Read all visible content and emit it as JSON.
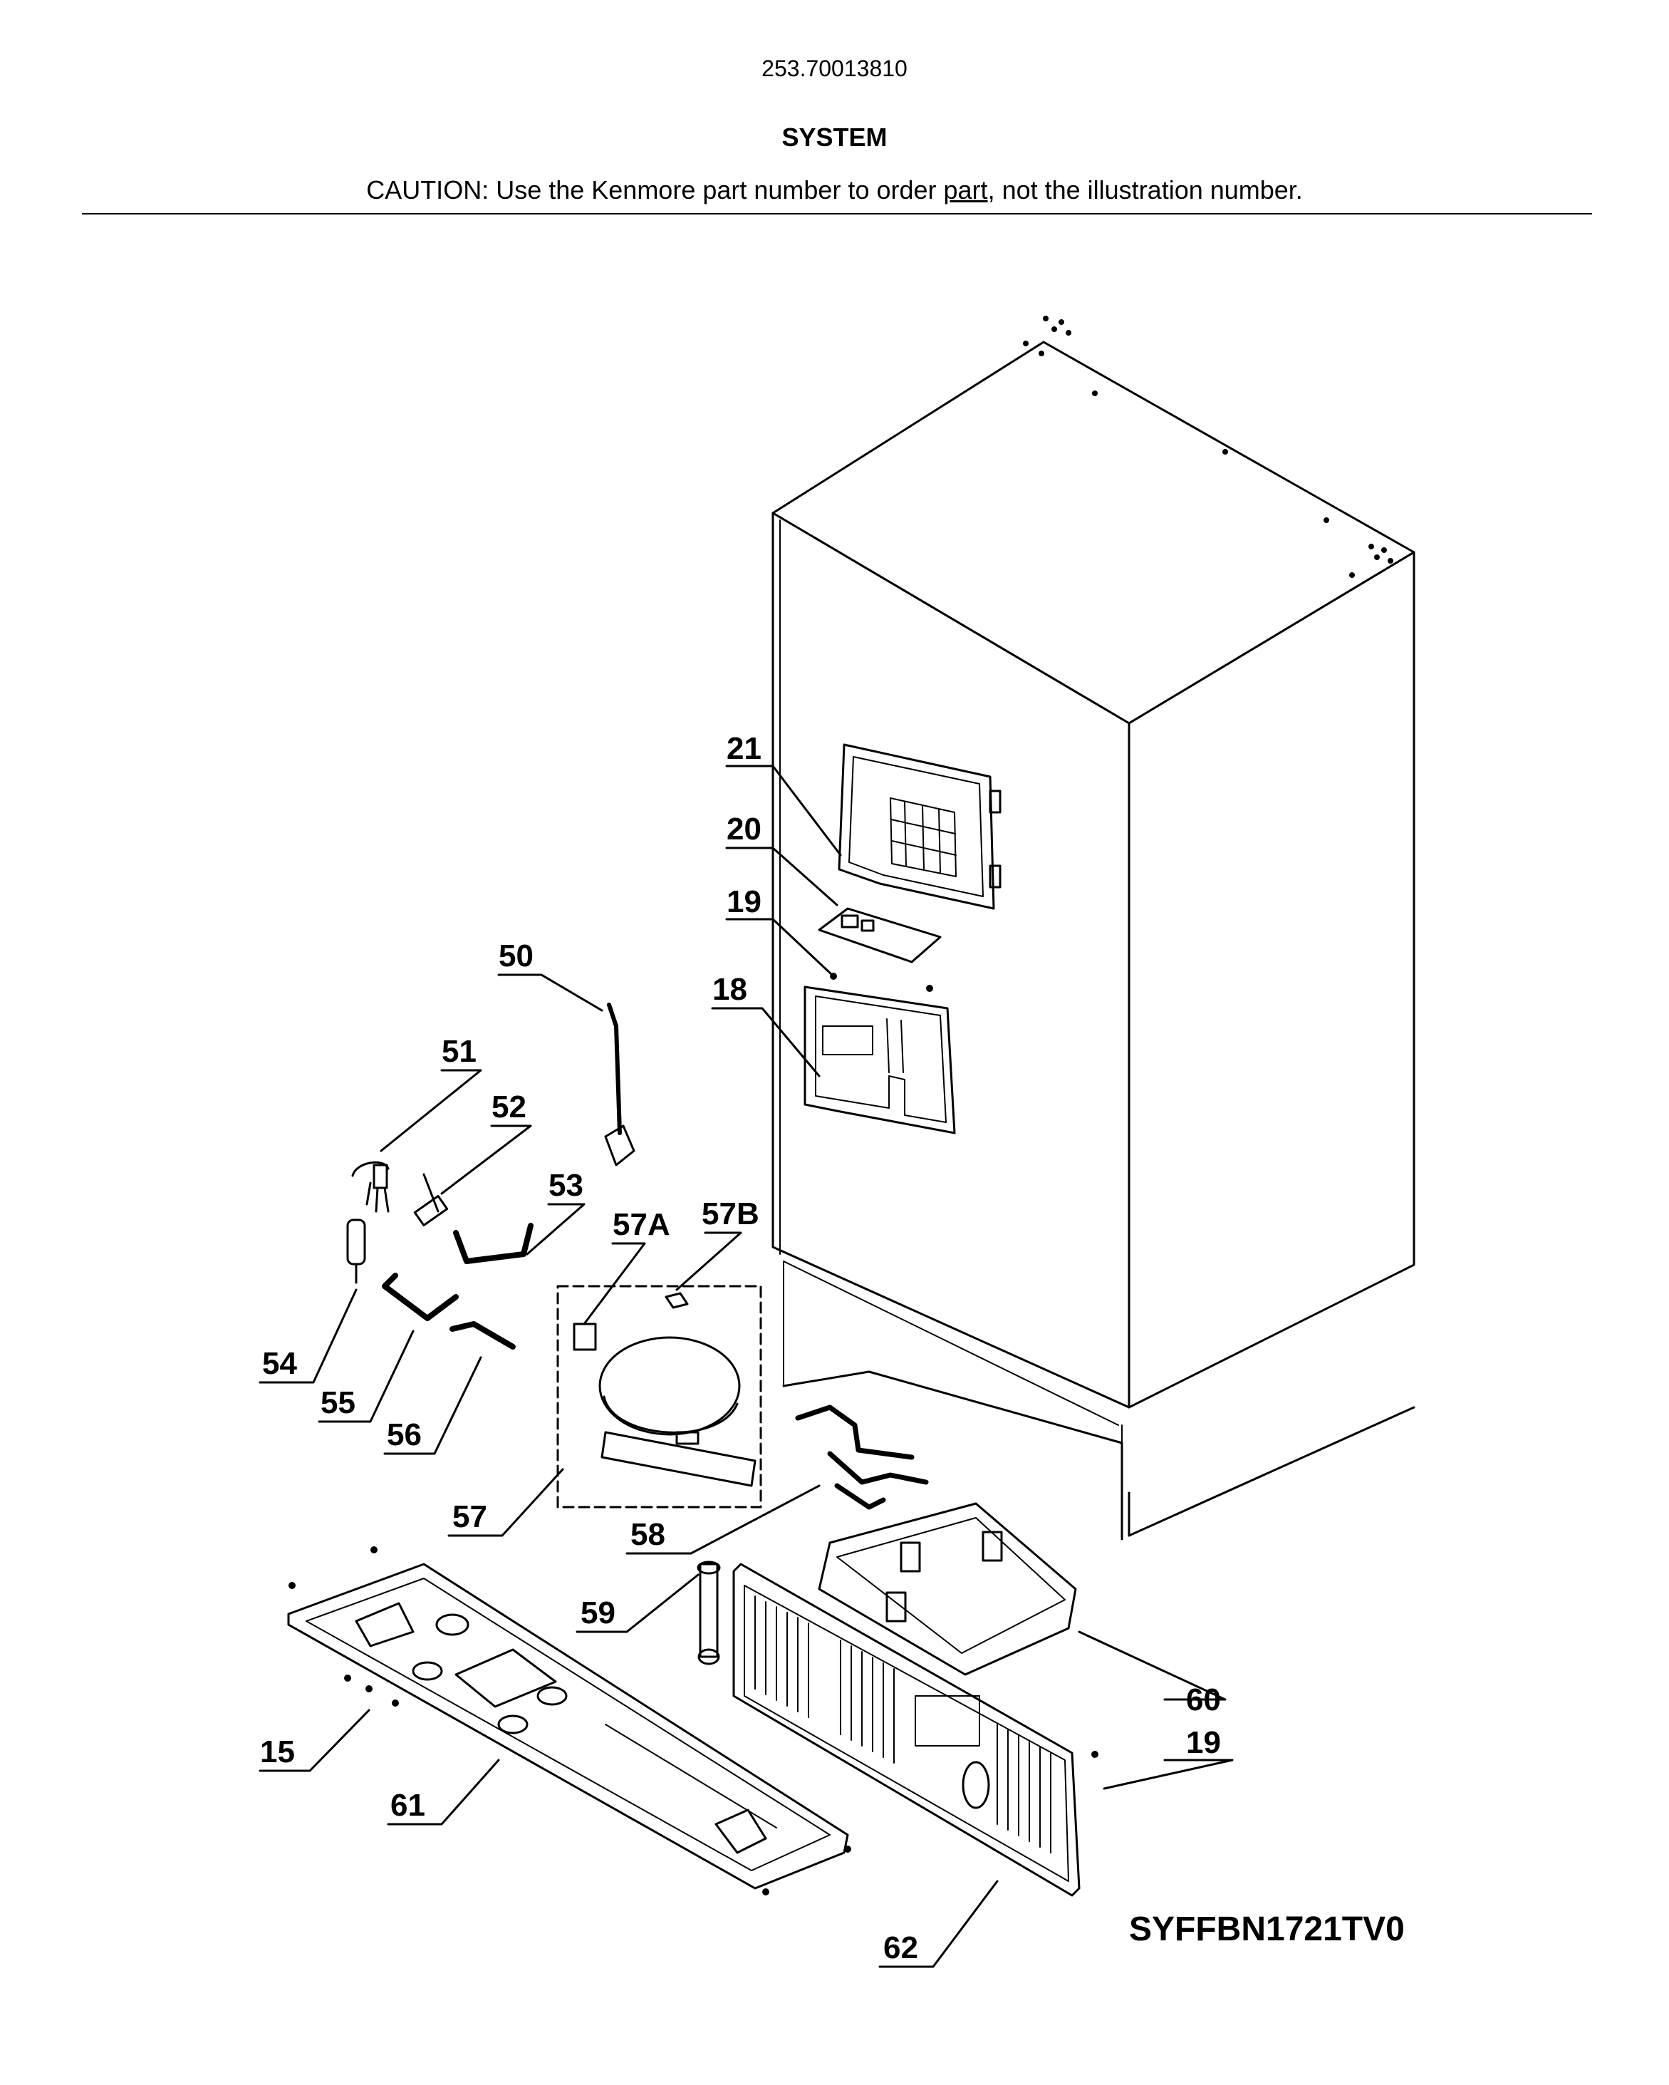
{
  "header": {
    "model_number": "253.70013810",
    "section_title": "SYSTEM",
    "caution_prefix": "CAUTION: Use the Kenmore part number to order ",
    "caution_link": "part",
    "caution_suffix": ", not the illustration number."
  },
  "diagram": {
    "code": "SYFFBN1721TV0",
    "callouts": [
      "21",
      "20",
      "19",
      "18",
      "50",
      "51",
      "52",
      "53",
      "57A",
      "57B",
      "54",
      "55",
      "56",
      "57",
      "58",
      "59",
      "60",
      "19",
      "15",
      "61",
      "62"
    ]
  }
}
